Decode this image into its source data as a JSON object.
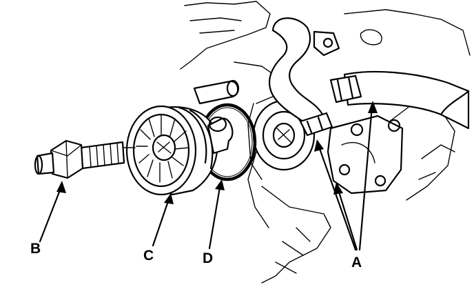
{
  "callouts": {
    "A": "A",
    "B": "B",
    "C": "C",
    "D": "D"
  }
}
